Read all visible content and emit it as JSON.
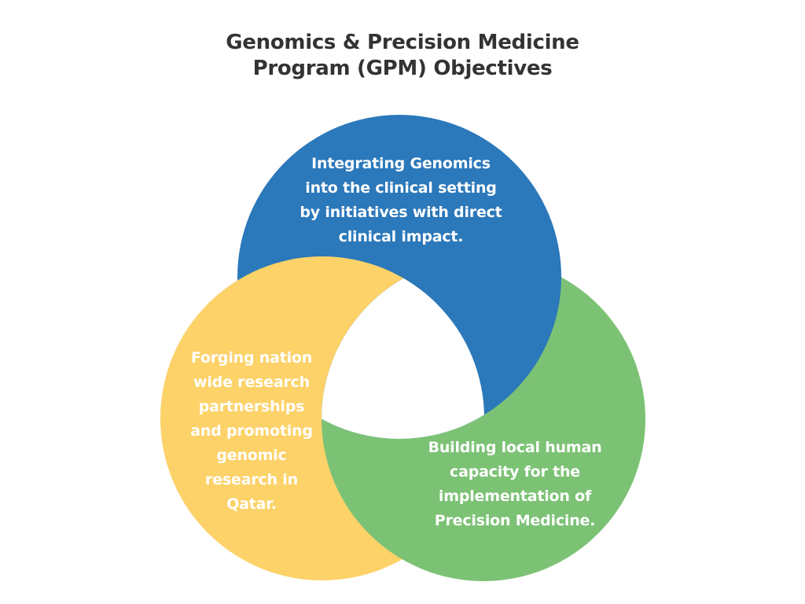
{
  "title": {
    "lines": [
      "Genomics & Precision Medicine",
      "Program (GPM) Objectives"
    ]
  },
  "colors": {
    "blue": "#2B78BA",
    "yellow": "#FCD269",
    "green": "#7CC275",
    "center": "#FFFFFF",
    "title_text": "#333333",
    "label_text": "#FFFFFF"
  },
  "objectives": [
    {
      "id": "clinical-integration",
      "color": "blue",
      "lines": [
        "Integrating Genomics",
        "into the clinical setting",
        "by initiatives with direct",
        "clinical impact."
      ]
    },
    {
      "id": "research-partnerships",
      "color": "yellow",
      "lines": [
        "Forging nation",
        "wide research",
        "partnerships",
        "and promoting",
        "genomic",
        "research in",
        "Qatar."
      ]
    },
    {
      "id": "human-capacity",
      "color": "green",
      "lines": [
        "Building local human",
        "capacity for the",
        "implementation of",
        "Precision Medicine."
      ]
    }
  ]
}
